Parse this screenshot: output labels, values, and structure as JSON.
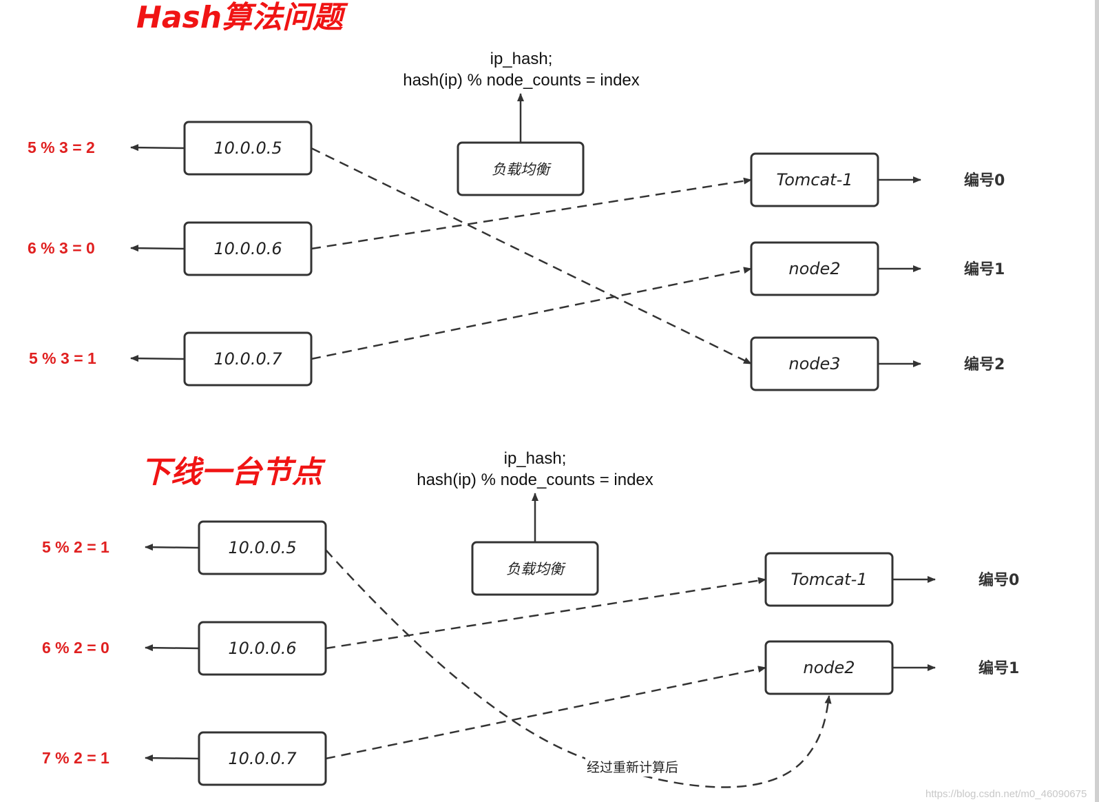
{
  "section1": {
    "title": "Hash算法问题",
    "formula_line1": "ip_hash;",
    "formula_line2": "hash(ip) % node_counts = index",
    "lb_label": "负载均衡",
    "clients": [
      {
        "ip": "10.0.0.5",
        "calc": "5 % 3 = 2"
      },
      {
        "ip": "10.0.0.6",
        "calc": "6 % 3 = 0"
      },
      {
        "ip": "10.0.0.7",
        "calc": "5 % 3 = 1"
      }
    ],
    "servers": [
      {
        "name": "Tomcat-1",
        "number": "编号0"
      },
      {
        "name": "node2",
        "number": "编号1"
      },
      {
        "name": "node3",
        "number": "编号2"
      }
    ]
  },
  "section2": {
    "title": "下线一台节点",
    "formula_line1": "ip_hash;",
    "formula_line2": "hash(ip) % node_counts = index",
    "lb_label": "负载均衡",
    "clients": [
      {
        "ip": "10.0.0.5",
        "calc": "5 % 2 = 1"
      },
      {
        "ip": "10.0.0.6",
        "calc": "6 % 2 = 0"
      },
      {
        "ip": "10.0.0.7",
        "calc": "7 % 2 = 1"
      }
    ],
    "servers": [
      {
        "name": "Tomcat-1",
        "number": "编号0"
      },
      {
        "name": "node2",
        "number": "编号1"
      }
    ],
    "recalc_note": "经过重新计算后"
  },
  "watermark": "https://blog.csdn.net/m0_46090675",
  "colors": {
    "title": "#f01414",
    "calc": "#e02020",
    "stroke": "#333333"
  }
}
